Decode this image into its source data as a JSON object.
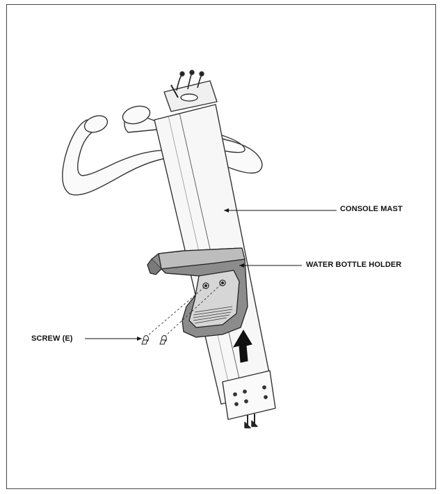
{
  "labels": {
    "console_mast": "CONSOLE MAST",
    "water_bottle_holder": "WATER BOTTLE HOLDER",
    "screw": "SCREW (E)"
  }
}
